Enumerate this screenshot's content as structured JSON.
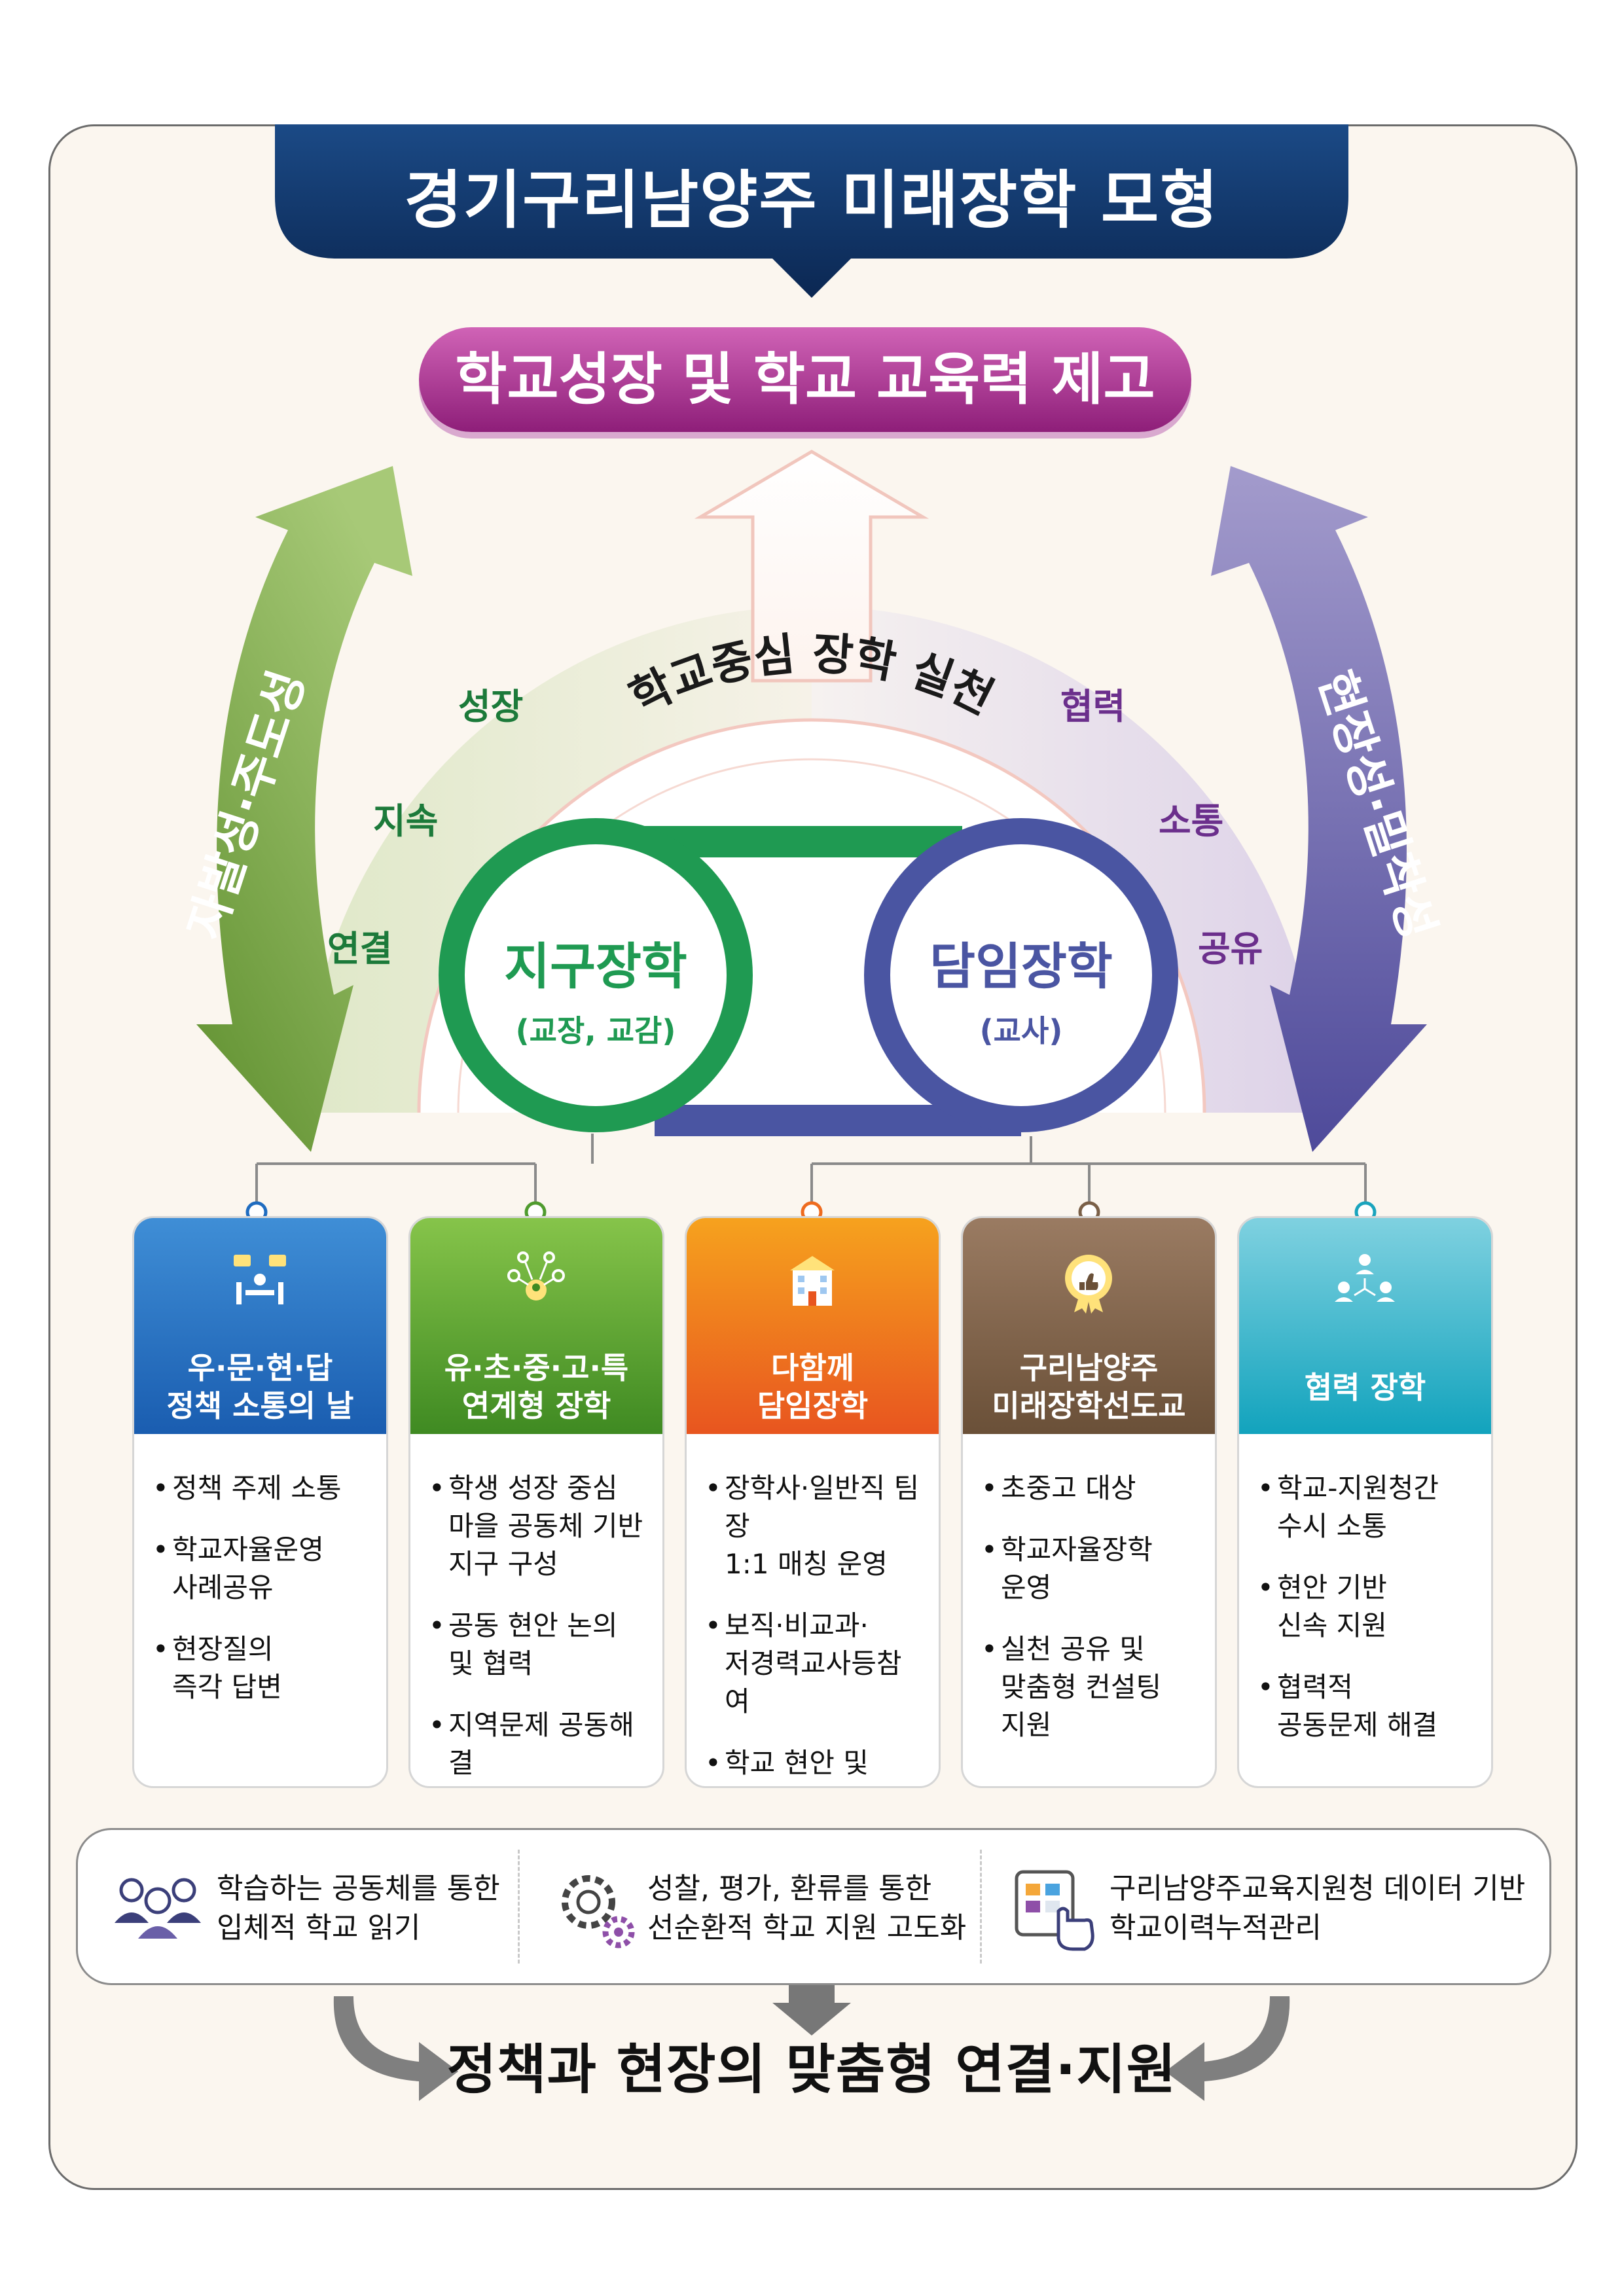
{
  "title": "경기구리남양주 미래장학 모형",
  "goal": "학교성장 및 학교 교육력 제고",
  "practice": "학교중심 장학 실천",
  "left_arrow": "자발성·주도성",
  "right_arrow": "현장성·밀착성",
  "left_keywords": [
    "성장",
    "지속",
    "연결"
  ],
  "right_keywords": [
    "협력",
    "소통",
    "공유"
  ],
  "district": {
    "title": "지구장학",
    "sub": "(교장, 교감)"
  },
  "homeroom": {
    "title": "담임장학",
    "sub": "(교사)"
  },
  "colors": {
    "navy": "#0e2e60",
    "magenta": "#b0429b",
    "green": "#1f9a52",
    "indigo": "#4a55a2",
    "olive": "#7aa349",
    "purple": "#6a5fa8",
    "keyword_green": "#1c7a3a",
    "keyword_purple": "#6b2f8c"
  },
  "cards": [
    {
      "title": "우·문·현·답\n정책 소통의 날",
      "icon": "meeting-icon",
      "color": "#1f6cc0",
      "items": [
        "정책 주제 소통",
        "학교자율운영\n사례공유",
        "현장질의\n즉각 답변"
      ]
    },
    {
      "title": "유·초·중·고·특\n연계형 장학",
      "icon": "network-icon",
      "color": "#4f9b2e",
      "items": [
        "학생 성장 중심\n마을 공동체 기반\n지구 구성",
        "공동 현안 논의\n및 협력",
        "지역문제 공동해결"
      ]
    },
    {
      "title": "다함께\n담임장학",
      "icon": "school-icon",
      "color": "#ee6b1f",
      "items": [
        "장학사·일반직 팀장\n1:1 매칭 운영",
        "보직·비교과·\n저경력교사등참여",
        "학교 현안 및\n교육과정 공유"
      ]
    },
    {
      "title": "구리남양주\n미래장학선도교",
      "icon": "thumbs-up-badge-icon",
      "color": "#7a6048",
      "items": [
        "초중고 대상",
        "학교자율장학\n운영",
        "실천 공유 및\n맞춤형 컨설팅\n지원"
      ]
    },
    {
      "title": "협력 장학",
      "icon": "people-collaboration-icon",
      "color": "#1aa4bd",
      "items": [
        "학교-지원청간\n수시 소통",
        "현안 기반\n신속 지원",
        "협력적\n공동문제 해결"
      ]
    }
  ],
  "bottom_items": [
    {
      "text": "학습하는 공동체를 통한\n입체적 학교 읽기",
      "icon": "community-icon"
    },
    {
      "text": "성찰, 평가, 환류를 통한\n선순환적 학교 지원 고도화",
      "icon": "gears-icon"
    },
    {
      "text": "구리남양주교육지원청 데이터 기반\n학교이력누적관리",
      "icon": "touch-screen-icon"
    }
  ],
  "final": "정책과 현장의 맞춤형 연결·지원"
}
